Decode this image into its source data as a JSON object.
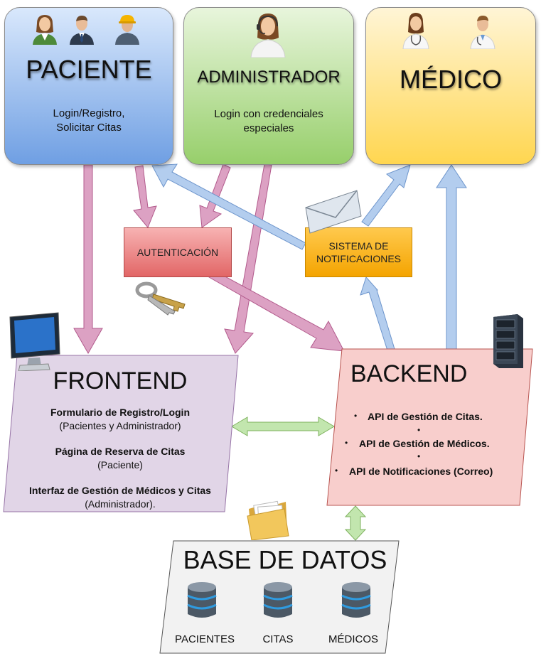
{
  "actors": {
    "paciente": {
      "title": "PACIENTE",
      "description": "Login/Registro,\nSolicitar Citas"
    },
    "administrador": {
      "title": "ADMINISTRADOR",
      "description": "Login con credenciales\nespeciales"
    },
    "medico": {
      "title": "MÉDICO"
    }
  },
  "auth": {
    "label": "AUTENTICACIÓN"
  },
  "notifications": {
    "label": "SISTEMA DE\nNOTIFICACIONES"
  },
  "frontend": {
    "title": "FRONTEND",
    "items": [
      {
        "name": "Formulario de Registro/Login",
        "detail": "(Pacientes y Administrador)"
      },
      {
        "name": "Página de Reserva de Citas",
        "detail": "(Paciente)"
      },
      {
        "name": "Interfaz de Gestión de Médicos y Citas",
        "detail": "(Administrador)."
      }
    ]
  },
  "backend": {
    "title": "BACKEND",
    "items": [
      "API de Gestión de Citas.",
      "API de Gestión de Médicos.",
      "API de Notificaciones (Correo)"
    ]
  },
  "database": {
    "title": "BASE DE DATOS",
    "tables": [
      "PACIENTES",
      "CITAS",
      "MÉDICOS"
    ]
  },
  "colors": {
    "paciente": "#6f9fe3",
    "administrador": "#97cf6b",
    "medico": "#ffd650",
    "auth": "#e26666",
    "notifications": "#f4a400",
    "frontend": "#e1d5e7",
    "backend": "#f8cecc",
    "database": "#f2f2f2",
    "arrow_pink": "#d98cb7",
    "arrow_blue": "#a9c4eb",
    "arrow_green": "#b9e0a5"
  },
  "icons": [
    "female-user-icon",
    "businessman-icon",
    "worker-icon",
    "headset-operator-icon",
    "female-doctor-icon",
    "male-doctor-icon",
    "envelope-icon",
    "keys-icon",
    "monitor-icon",
    "server-rack-icon",
    "folder-icon",
    "database-icon"
  ]
}
